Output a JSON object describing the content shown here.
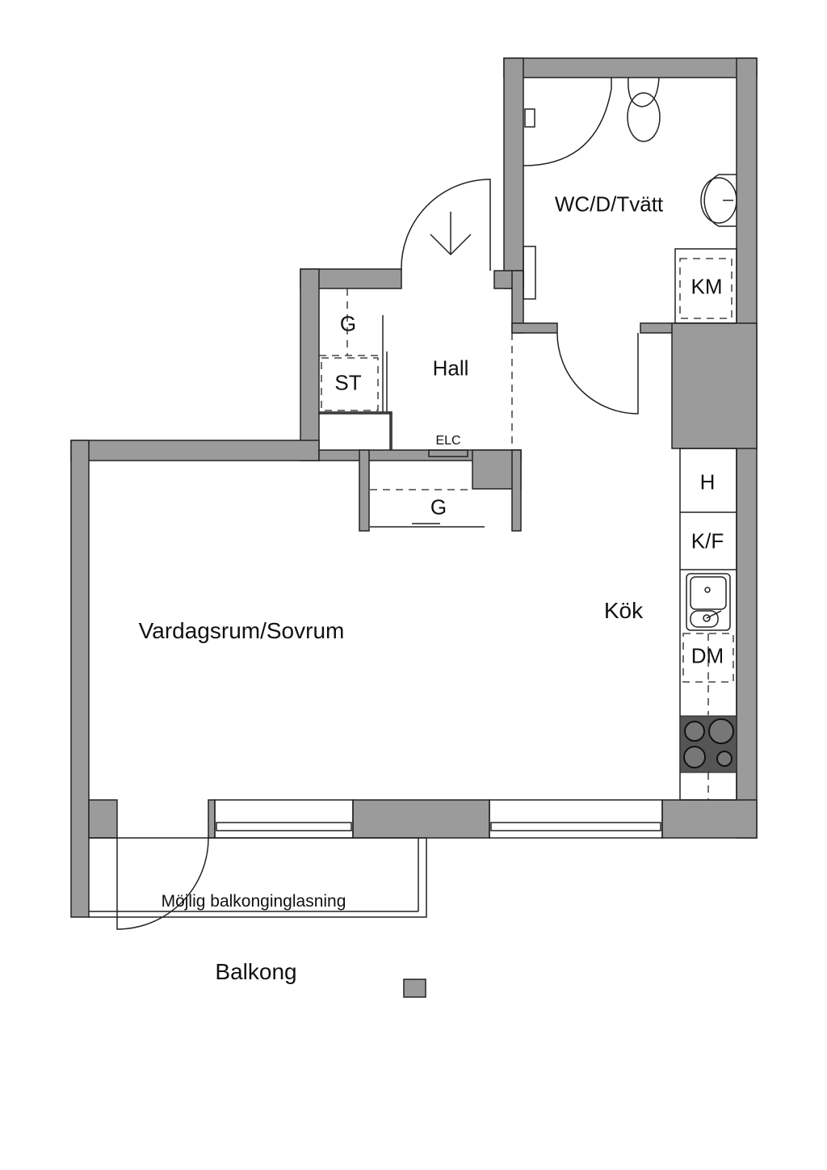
{
  "rooms": {
    "bathroom": "WC/D/Tvätt",
    "washing_machine": "KM",
    "hall": "Hall",
    "wardrobe_hall": "G",
    "storage": "ST",
    "electrical": "ELC",
    "wardrobe_living": "G",
    "living": "Vardagsrum/Sovrum",
    "kitchen": "Kök",
    "hood": "H",
    "fridge_freezer": "K/F",
    "dishwasher": "DM",
    "balcony": "Balkong",
    "balcony_glazing": "Möjlig balkonginglasning"
  },
  "colors": {
    "wall": "#9b9b9b",
    "stove": "#555555"
  }
}
